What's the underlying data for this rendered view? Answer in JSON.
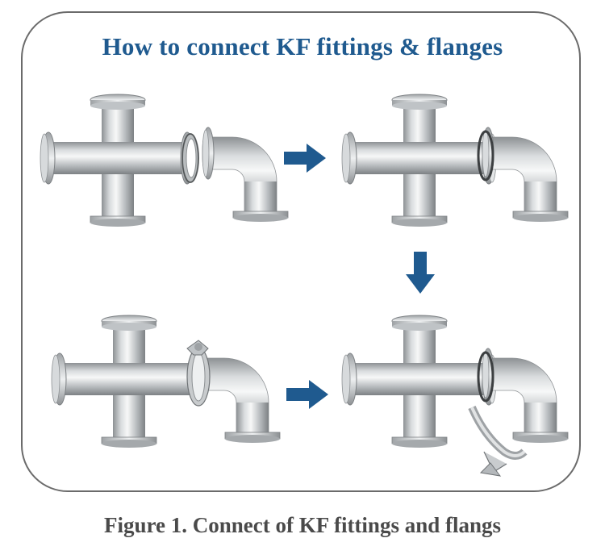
{
  "title": "How to connect KF fittings & flanges",
  "caption": "Figure 1. Connect of KF fittings and flangs",
  "colors": {
    "title": "#1f5a8f",
    "arrow": "#1f5a8f",
    "caption": "#4a4a4a",
    "frame": "#6b6b6b",
    "steel_light": "#f2f3f4",
    "steel_dark": "#8d9194"
  },
  "steps": [
    {
      "id": "step-1",
      "parts": [
        "4-way-cross",
        "centering-ring",
        "elbow"
      ]
    },
    {
      "id": "step-2",
      "parts": [
        "4-way-cross",
        "elbow-with-ring"
      ]
    },
    {
      "id": "step-3",
      "parts": [
        "4-way-cross",
        "clamp-closed",
        "elbow"
      ]
    },
    {
      "id": "step-4",
      "parts": [
        "4-way-cross",
        "clamp-open",
        "elbow"
      ]
    }
  ],
  "arrows": [
    "right",
    "down",
    "right"
  ]
}
